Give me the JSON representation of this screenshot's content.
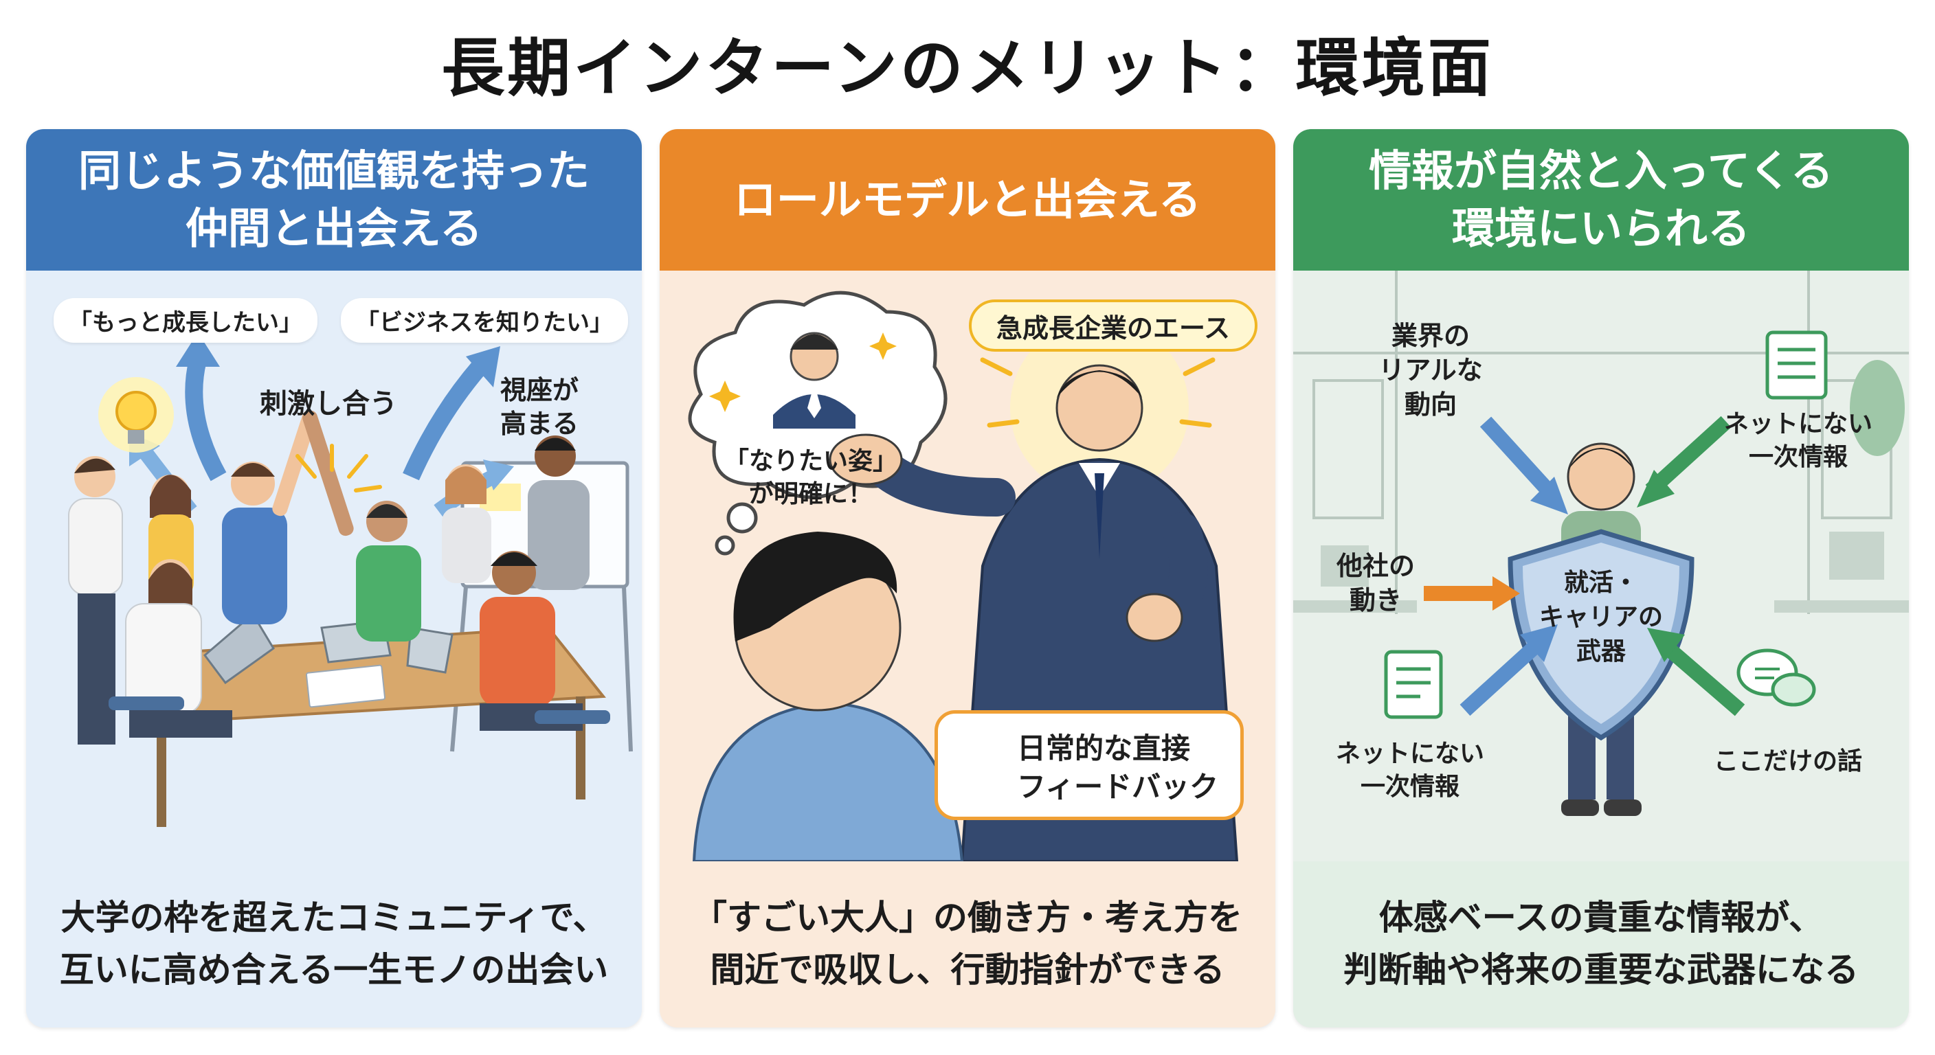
{
  "title": "長期インターンのメリット：環境面",
  "panels": [
    {
      "header_line1": "同じような価値観を持った",
      "header_line2": "仲間と出会える",
      "quote_left": "「もっと成長したい」",
      "quote_right": "「ビジネスを知りたい」",
      "label_stimulate": "刺激し合う",
      "label_perspective_line1": "視座が",
      "label_perspective_line2": "高まる",
      "caption_line1": "大学の枠を超えたコミュニティで、",
      "caption_line2": "互いに高め合える一生モノの出会い"
    },
    {
      "header_line1": "ロールモデルと出会える",
      "thought_line1": "「なりたい姿」",
      "thought_line2": "が明確に！",
      "ace_bubble": "急成長企業のエース",
      "feedback_line1": "日常的な直接",
      "feedback_line2": "フィードバック",
      "caption_line1": "「すごい大人」の働き方・考え方を",
      "caption_line2": "間近で吸収し、行動指針ができる"
    },
    {
      "header_line1": "情報が自然と入ってくる",
      "header_line2": "環境にいられる",
      "label_trend_line1": "業界の",
      "label_trend_line2": "リアルな",
      "label_trend_line3": "動向",
      "label_net_top_line1": "ネットにない",
      "label_net_top_line2": "一次情報",
      "label_other_line1": "他社の",
      "label_other_line2": "動き",
      "label_net_bottom_line1": "ネットにない",
      "label_net_bottom_line2": "一次情報",
      "label_secret": "ここだけの話",
      "shield_line1": "就活・",
      "shield_line2": "キャリアの",
      "shield_line3": "武器",
      "caption_line1": "体感ベースの貴重な情報が、",
      "caption_line2": "判断軸や将来の重要な武器になる"
    }
  ],
  "colors": {
    "blue": "#3d76b8",
    "orange": "#ea8829",
    "green": "#3d9a5c"
  }
}
